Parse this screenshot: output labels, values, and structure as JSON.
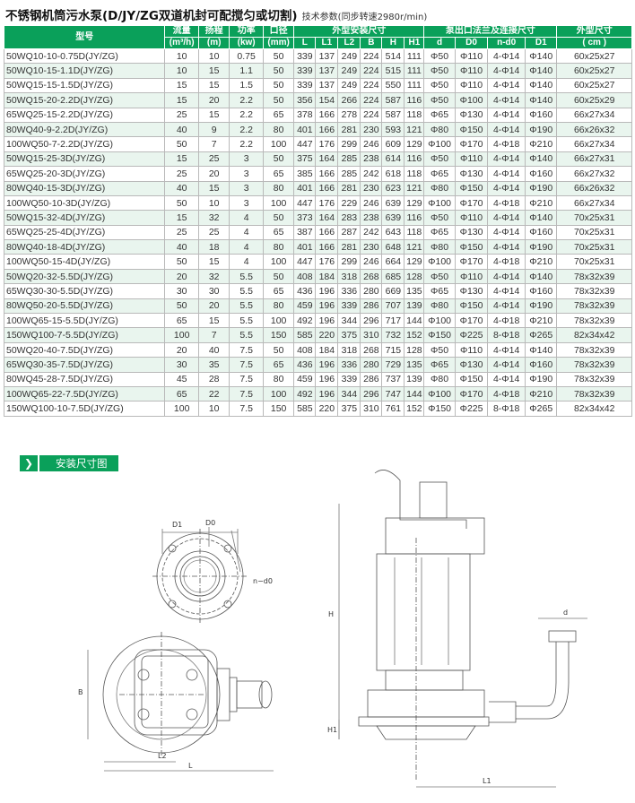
{
  "title": {
    "main": "不锈钢机筒污水泵(D/JY/ZG双道机封可配搅匀或切割)",
    "sub": "技术参数(同步转速2980r/min)"
  },
  "headers": {
    "model": "型号",
    "flow": "流量",
    "flow_unit": "(m³/h)",
    "head": "扬程",
    "head_unit": "(m)",
    "power": "功率",
    "power_unit": "(kw)",
    "bore": "口径",
    "bore_unit": "(mm)",
    "install": "外型安装尺寸",
    "install_cols": [
      "L",
      "L1",
      "L2",
      "B",
      "H",
      "H1"
    ],
    "flange": "泵出口法兰及连接尺寸",
    "flange_cols": [
      "d",
      "D0",
      "n-d0",
      "D1"
    ],
    "outer": "外型尺寸",
    "outer_unit": "( cm )"
  },
  "rows": [
    [
      "50WQ10-10-0.75D(JY/ZG)",
      "10",
      "10",
      "0.75",
      "50",
      "339",
      "137",
      "249",
      "224",
      "514",
      "111",
      "Φ50",
      "Φ110",
      "4-Φ14",
      "Φ140",
      "60x25x27"
    ],
    [
      "50WQ10-15-1.1D(JY/ZG)",
      "10",
      "15",
      "1.1",
      "50",
      "339",
      "137",
      "249",
      "224",
      "515",
      "111",
      "Φ50",
      "Φ110",
      "4-Φ14",
      "Φ140",
      "60x25x27"
    ],
    [
      "50WQ15-15-1.5D(JY/ZG)",
      "15",
      "15",
      "1.5",
      "50",
      "339",
      "137",
      "249",
      "224",
      "550",
      "111",
      "Φ50",
      "Φ110",
      "4-Φ14",
      "Φ140",
      "60x25x27"
    ],
    [
      "50WQ15-20-2.2D(JY/ZG)",
      "15",
      "20",
      "2.2",
      "50",
      "356",
      "154",
      "266",
      "224",
      "587",
      "116",
      "Φ50",
      "Φ100",
      "4-Φ14",
      "Φ140",
      "60x25x29"
    ],
    [
      "65WQ25-15-2.2D(JY/ZG)",
      "25",
      "15",
      "2.2",
      "65",
      "378",
      "166",
      "278",
      "224",
      "587",
      "118",
      "Φ65",
      "Φ130",
      "4-Φ14",
      "Φ160",
      "66x27x34"
    ],
    [
      "80WQ40-9-2.2D(JY/ZG)",
      "40",
      "9",
      "2.2",
      "80",
      "401",
      "166",
      "281",
      "230",
      "593",
      "121",
      "Φ80",
      "Φ150",
      "4-Φ14",
      "Φ190",
      "66x26x32"
    ],
    [
      "100WQ50-7-2.2D(JY/ZG)",
      "50",
      "7",
      "2.2",
      "100",
      "447",
      "176",
      "299",
      "246",
      "609",
      "129",
      "Φ100",
      "Φ170",
      "4-Φ18",
      "Φ210",
      "66x27x34"
    ],
    [
      "50WQ15-25-3D(JY/ZG)",
      "15",
      "25",
      "3",
      "50",
      "375",
      "164",
      "285",
      "238",
      "614",
      "116",
      "Φ50",
      "Φ110",
      "4-Φ14",
      "Φ140",
      "66x27x31"
    ],
    [
      "65WQ25-20-3D(JY/ZG)",
      "25",
      "20",
      "3",
      "65",
      "385",
      "166",
      "285",
      "242",
      "618",
      "118",
      "Φ65",
      "Φ130",
      "4-Φ14",
      "Φ160",
      "66x27x32"
    ],
    [
      "80WQ40-15-3D(JY/ZG)",
      "40",
      "15",
      "3",
      "80",
      "401",
      "166",
      "281",
      "230",
      "623",
      "121",
      "Φ80",
      "Φ150",
      "4-Φ14",
      "Φ190",
      "66x26x32"
    ],
    [
      "100WQ50-10-3D(JY/ZG)",
      "50",
      "10",
      "3",
      "100",
      "447",
      "176",
      "229",
      "246",
      "639",
      "129",
      "Φ100",
      "Φ170",
      "4-Φ18",
      "Φ210",
      "66x27x34"
    ],
    [
      "50WQ15-32-4D(JY/ZG)",
      "15",
      "32",
      "4",
      "50",
      "373",
      "164",
      "283",
      "238",
      "639",
      "116",
      "Φ50",
      "Φ110",
      "4-Φ14",
      "Φ140",
      "70x25x31"
    ],
    [
      "65WQ25-25-4D(JY/ZG)",
      "25",
      "25",
      "4",
      "65",
      "387",
      "166",
      "287",
      "242",
      "643",
      "118",
      "Φ65",
      "Φ130",
      "4-Φ14",
      "Φ160",
      "70x25x31"
    ],
    [
      "80WQ40-18-4D(JY/ZG)",
      "40",
      "18",
      "4",
      "80",
      "401",
      "166",
      "281",
      "230",
      "648",
      "121",
      "Φ80",
      "Φ150",
      "4-Φ14",
      "Φ190",
      "70x25x31"
    ],
    [
      "100WQ50-15-4D(JY/ZG)",
      "50",
      "15",
      "4",
      "100",
      "447",
      "176",
      "299",
      "246",
      "664",
      "129",
      "Φ100",
      "Φ170",
      "4-Φ18",
      "Φ210",
      "70x25x31"
    ],
    [
      "50WQ20-32-5.5D(JY/ZG)",
      "20",
      "32",
      "5.5",
      "50",
      "408",
      "184",
      "318",
      "268",
      "685",
      "128",
      "Φ50",
      "Φ110",
      "4-Φ14",
      "Φ140",
      "78x32x39"
    ],
    [
      "65WQ30-30-5.5D(JY/ZG)",
      "30",
      "30",
      "5.5",
      "65",
      "436",
      "196",
      "336",
      "280",
      "669",
      "135",
      "Φ65",
      "Φ130",
      "4-Φ14",
      "Φ160",
      "78x32x39"
    ],
    [
      "80WQ50-20-5.5D(JY/ZG)",
      "50",
      "20",
      "5.5",
      "80",
      "459",
      "196",
      "339",
      "286",
      "707",
      "139",
      "Φ80",
      "Φ150",
      "4-Φ14",
      "Φ190",
      "78x32x39"
    ],
    [
      "100WQ65-15-5.5D(JY/ZG)",
      "65",
      "15",
      "5.5",
      "100",
      "492",
      "196",
      "344",
      "296",
      "717",
      "144",
      "Φ100",
      "Φ170",
      "4-Φ18",
      "Φ210",
      "78x32x39"
    ],
    [
      "150WQ100-7-5.5D(JY/ZG)",
      "100",
      "7",
      "5.5",
      "150",
      "585",
      "220",
      "375",
      "310",
      "732",
      "152",
      "Φ150",
      "Φ225",
      "8-Φ18",
      "Φ265",
      "82x34x42"
    ],
    [
      "50WQ20-40-7.5D(JY/ZG)",
      "20",
      "40",
      "7.5",
      "50",
      "408",
      "184",
      "318",
      "268",
      "715",
      "128",
      "Φ50",
      "Φ110",
      "4-Φ14",
      "Φ140",
      "78x32x39"
    ],
    [
      "65WQ30-35-7.5D(JY/ZG)",
      "30",
      "35",
      "7.5",
      "65",
      "436",
      "196",
      "336",
      "280",
      "729",
      "135",
      "Φ65",
      "Φ130",
      "4-Φ14",
      "Φ160",
      "78x32x39"
    ],
    [
      "80WQ45-28-7.5D(JY/ZG)",
      "45",
      "28",
      "7.5",
      "80",
      "459",
      "196",
      "339",
      "286",
      "737",
      "139",
      "Φ80",
      "Φ150",
      "4-Φ14",
      "Φ190",
      "78x32x39"
    ],
    [
      "100WQ65-22-7.5D(JY/ZG)",
      "65",
      "22",
      "7.5",
      "100",
      "492",
      "196",
      "344",
      "296",
      "747",
      "144",
      "Φ100",
      "Φ170",
      "4-Φ18",
      "Φ210",
      "78x32x39"
    ],
    [
      "150WQ100-10-7.5D(JY/ZG)",
      "100",
      "10",
      "7.5",
      "150",
      "585",
      "220",
      "375",
      "310",
      "761",
      "152",
      "Φ150",
      "Φ225",
      "8-Φ18",
      "Φ265",
      "82x34x42"
    ]
  ],
  "section": {
    "icon": "chevron-right-icon",
    "label": "安装尺寸图"
  },
  "drawing": {
    "flange_labels": {
      "d1": "D1",
      "d0": "D0",
      "nd0": "n−d0"
    },
    "plan_labels": {
      "b": "B",
      "l2": "L2",
      "l": "L"
    },
    "elevation_labels": {
      "h": "H",
      "h1": "H1",
      "l1": "L1",
      "d": "d"
    }
  },
  "colors": {
    "accent": "#0aa05a",
    "stripe": "#e9f5ee",
    "border": "#b9b9b9"
  }
}
